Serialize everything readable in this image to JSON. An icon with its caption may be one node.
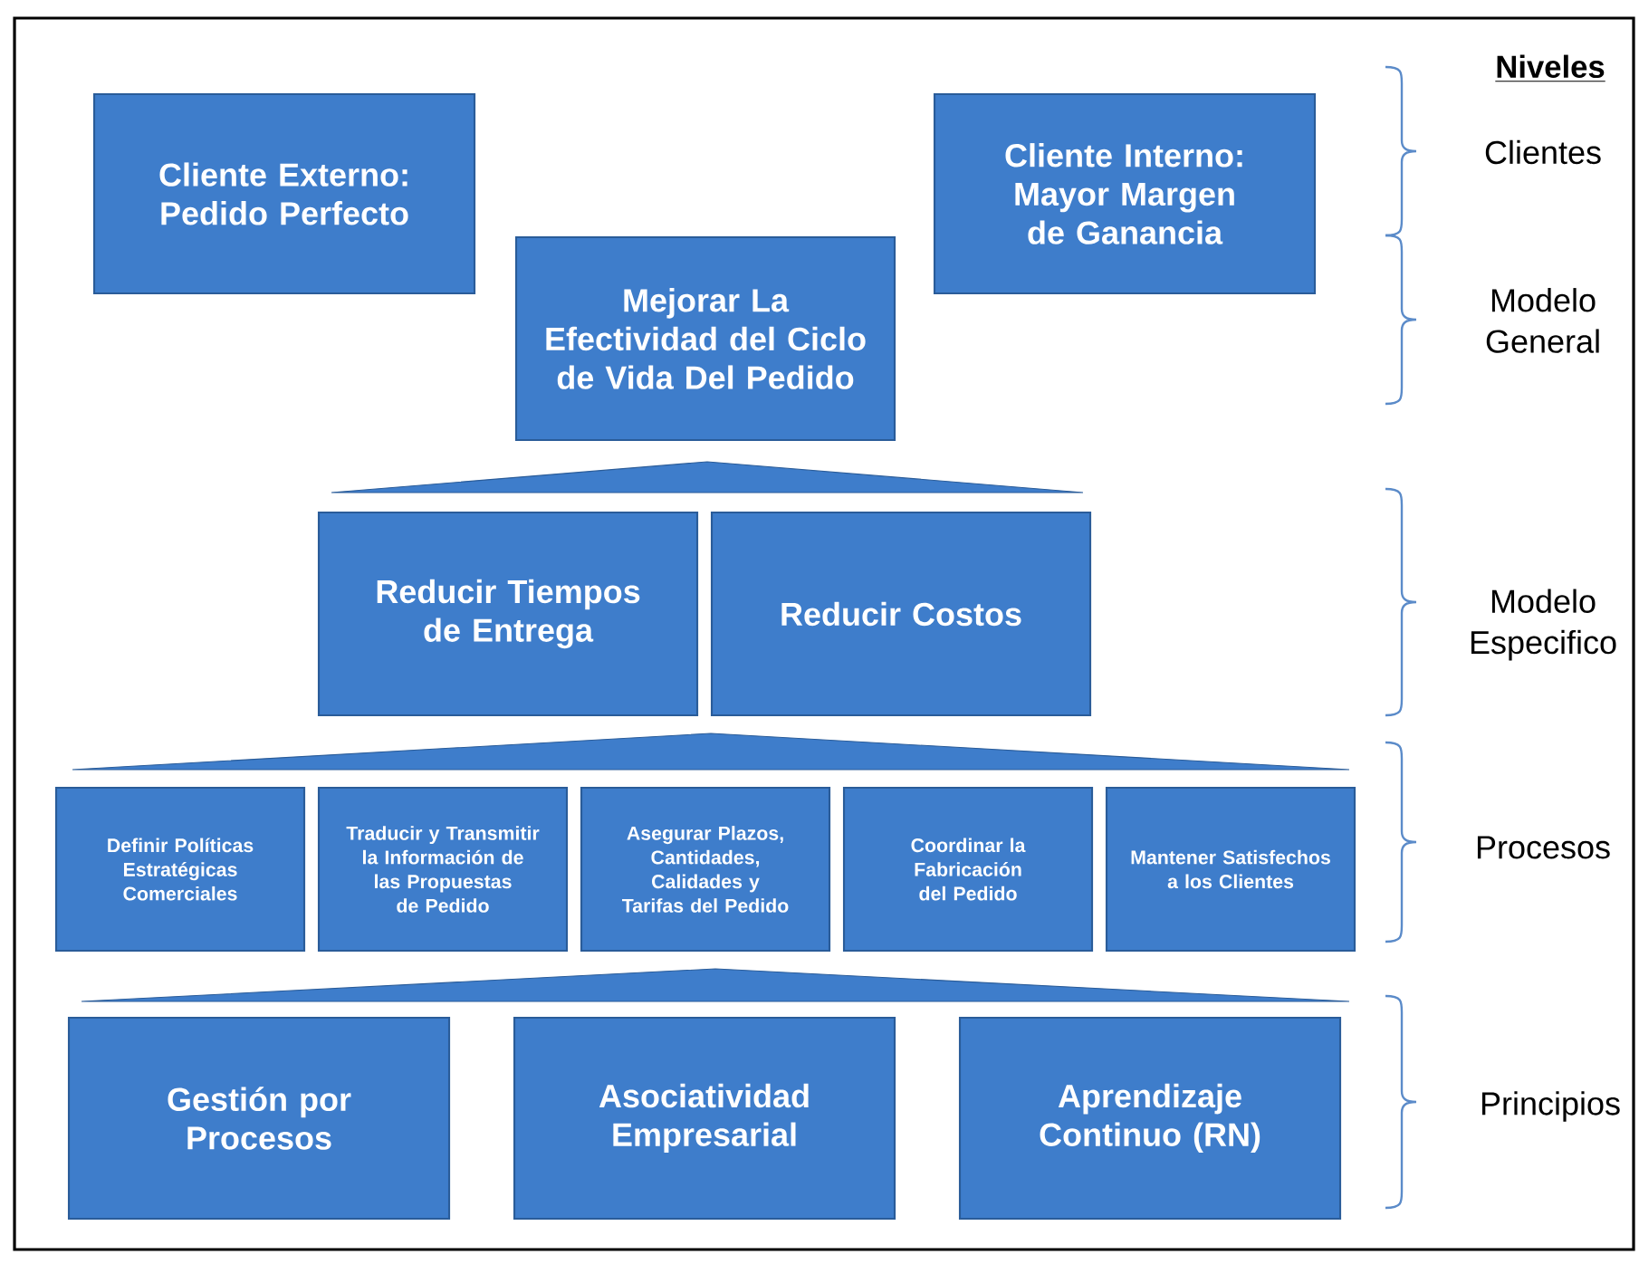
{
  "diagram": {
    "nodes": [
      {
        "text": [
          "Cliente Externo: Pedido Perfecto"
        ]
      },
      {
        "text": [
          "Cliente Interno: Mayor Margen de Ganancia"
        ]
      },
      {
        "text": [
          "Mejorar La Efectividad del Ciclo de Vida Del Pedido"
        ]
      },
      {
        "text": [],
        "shape": "triangle"
      },
      {
        "text": [
          "Reducir Tiempos de Entrega"
        ]
      },
      {
        "text": [
          "Reducir Costos"
        ]
      },
      {
        "text": [],
        "shape": "triangle"
      },
      {
        "text": [
          "Definir Políticas Estratégicas Comerciales"
        ]
      },
      {
        "text": [
          "Traducir y Transmitir la Información de las Propuestas de Pedido"
        ]
      },
      {
        "text": [
          "Asegurar Plazos, Cantidades, Calidades y Tarifas del Pedido"
        ]
      },
      {
        "text": [
          "Coordinar la Fabricación del Pedido"
        ]
      },
      {
        "text": [
          "Mantener Satisfechos a los Clientes"
        ]
      },
      {
        "text": [],
        "shape": "triangle"
      },
      {
        "text": [
          "Gestión por Procesos"
        ]
      },
      {
        "text": [
          "Asociatividad Empresarial"
        ]
      },
      {
        "text": [
          "Aprendizaje Continuo (RN)"
        ]
      }
    ],
    "labels": [
      "Niveles",
      "Clientes",
      "Modelo General",
      "Modelo Especifico",
      "Procesos",
      "Principios"
    ]
  }
}
